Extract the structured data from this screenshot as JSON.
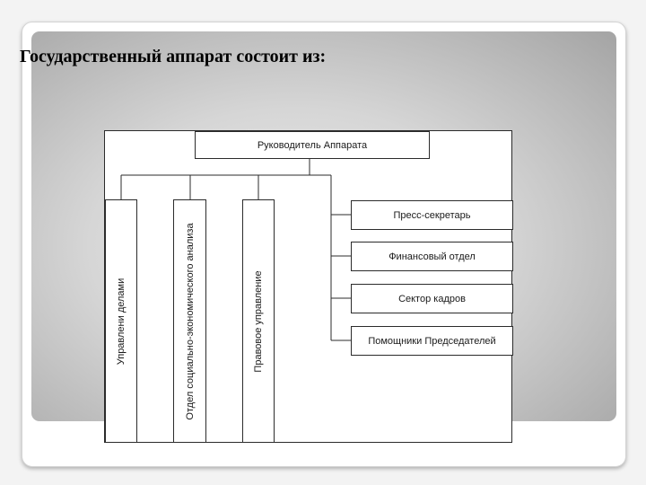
{
  "slide": {
    "title": "Государственный аппарат состоит из:"
  },
  "org_chart": {
    "head": "Руководитель Аппарата",
    "vertical_units": [
      "Управлени делами",
      "Отдел социально-экономического анализа",
      "Правовое управление"
    ],
    "side_units": [
      "Пресс-секретарь",
      "Финансовый отдел",
      "Сектор кадров",
      "Помощники Председателей"
    ]
  },
  "colors": {
    "line": "#2b2b2b",
    "band_center": "#ececec",
    "band_edge": "#a4a4a4"
  }
}
